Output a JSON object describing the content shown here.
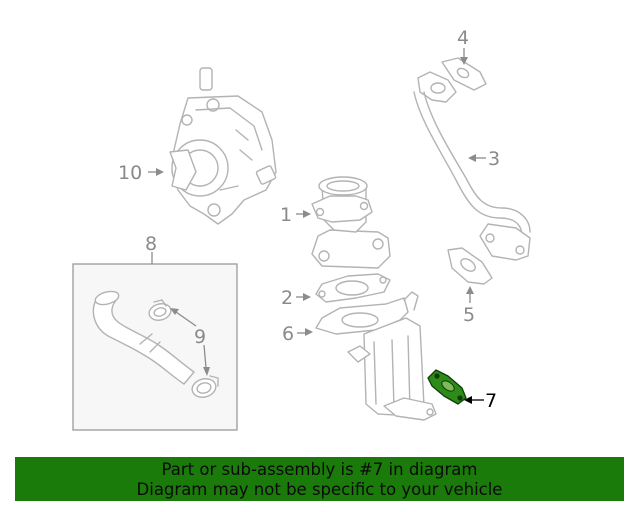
{
  "callouts": {
    "c1": "1",
    "c2": "2",
    "c3": "3",
    "c4": "4",
    "c5": "5",
    "c6": "6",
    "c7": "7",
    "c8": "8",
    "c9": "9",
    "c10": "10"
  },
  "banner": {
    "line1": "Part or sub-assembly is #7 in diagram",
    "line2": "Diagram may not be specific to your vehicle"
  },
  "colors": {
    "banner_bg": "#1a7a0a",
    "highlight_part": "#2e8b1a",
    "line_art": "#b3b3b3",
    "callout_text": "#8a8a8a"
  }
}
